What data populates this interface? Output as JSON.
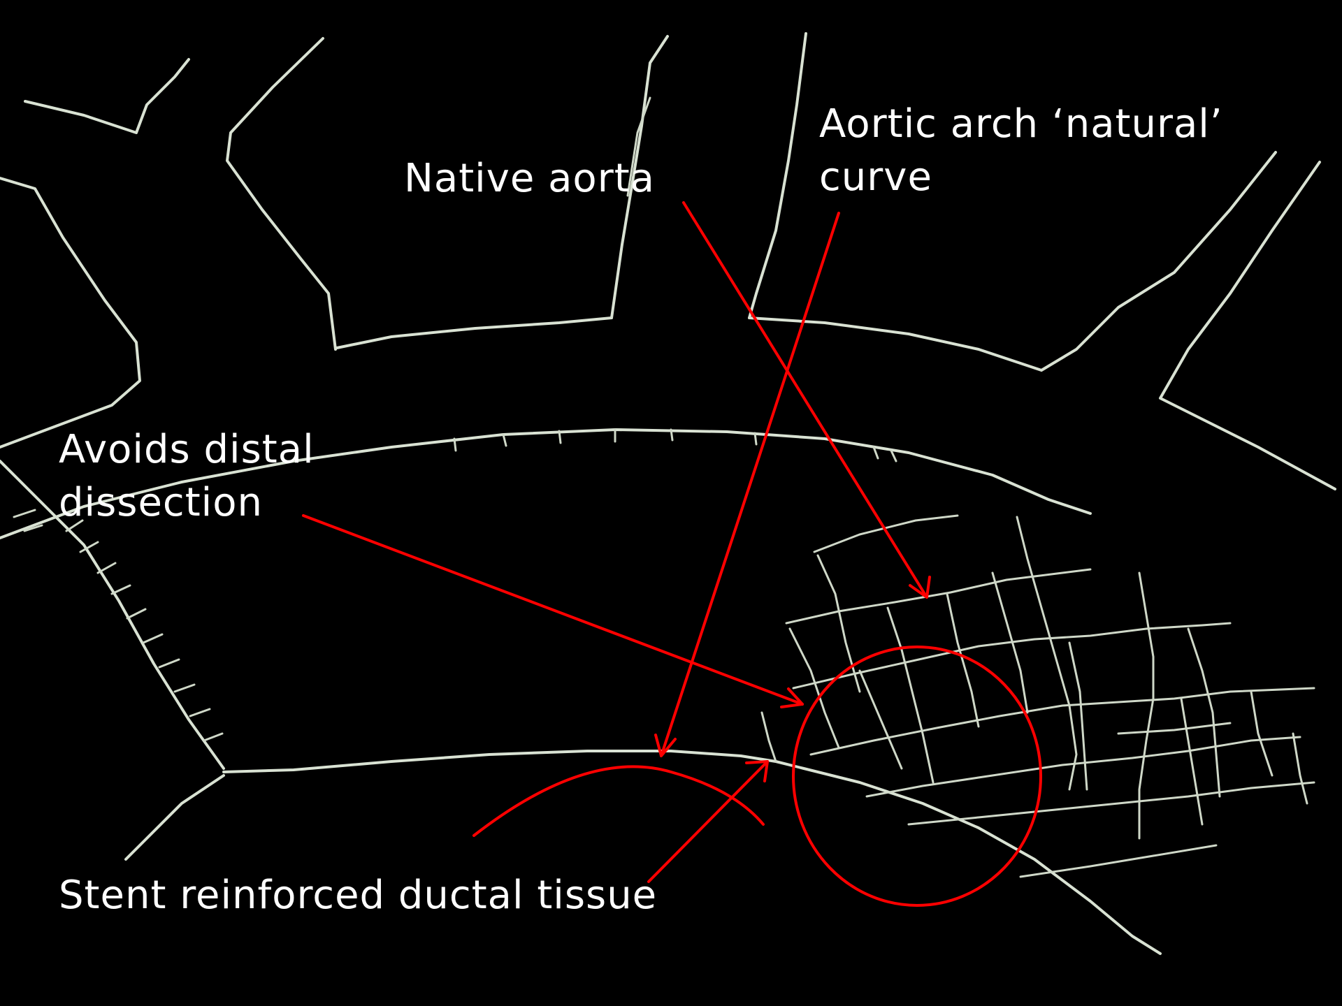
{
  "labels": {
    "native_aorta": "Native aorta",
    "aortic_arch_line1": "Aortic arch  ‘natural’",
    "aortic_arch_line2": "curve",
    "avoids_line1": "Avoids distal",
    "avoids_line2": "dissection",
    "stent_reinforced": "Stent reinforced ductal tissue"
  },
  "colors": {
    "background": "#000000",
    "sketch": "#d9e2d3",
    "annotation": "#ff0000",
    "text": "#ffffff"
  }
}
